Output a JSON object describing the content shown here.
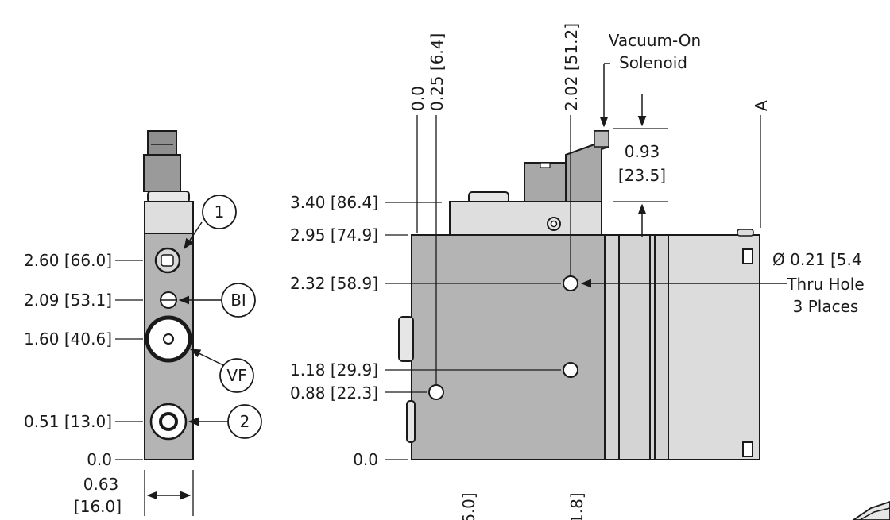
{
  "colors": {
    "background": "#ffffff",
    "body_fill": "#b4b4b4",
    "light_fill": "#d9d9d9",
    "dark_fill": "#8f8f8f",
    "line": "#1a1a1a"
  },
  "side_view": {
    "dims": {
      "d260": "2.60 [66.0]",
      "d209": "2.09 [53.1]",
      "d160": "1.60 [40.6]",
      "d051": "0.51 [13.0]",
      "d000": "0.0",
      "width_in": "0.63",
      "width_mm": "[16.0]"
    },
    "callouts": {
      "c1": "1",
      "cbi": "BI",
      "cvf": "VF",
      "c2": "2"
    }
  },
  "front_view": {
    "dims": {
      "top_x0": "0.0",
      "top_x025": "0.25 [6.4]",
      "top_x202": "2.02 [51.2]",
      "y340": "3.40 [86.4]",
      "y295": "2.95 [74.9]",
      "y232": "2.32 [58.9]",
      "y118": "1.18 [29.9]",
      "y088": "0.88 [22.3]",
      "y000": "0.0",
      "h093_in": "0.93",
      "h093_mm": "[23.5]",
      "bottom_partial_1": "6.0]",
      "bottom_partial_2": "1.8]"
    },
    "labels": {
      "solenoid_1": "Vacuum-On",
      "solenoid_2": "Solenoid",
      "section_a": "A",
      "hole_1": "Ø 0.21 [5.4",
      "hole_2": "Thru Hole",
      "hole_3": "3 Places"
    }
  }
}
